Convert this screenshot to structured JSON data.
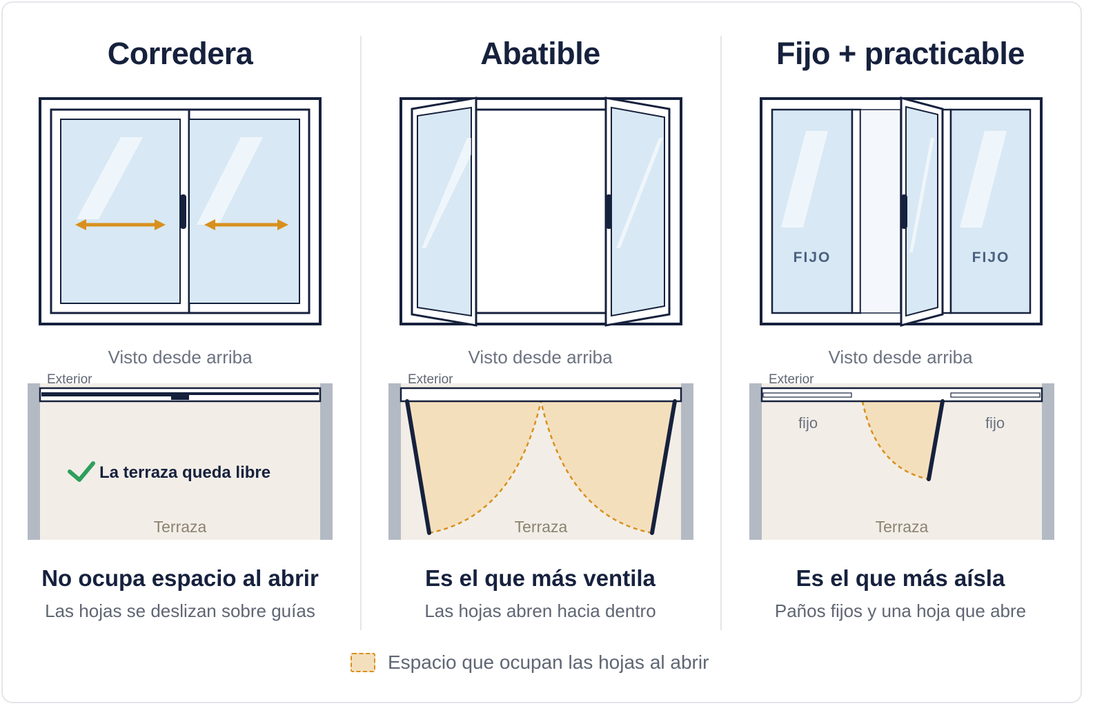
{
  "columns": [
    {
      "title": "Corredera",
      "caption": "Visto desde arriba",
      "exterior_label": "Exterior",
      "terrace_label": "Terraza",
      "note": "La terraza queda libre",
      "headline": "No ocupa espacio al abrir",
      "subtitle": "Las hojas se deslizan sobre guías"
    },
    {
      "title": "Abatible",
      "caption": "Visto desde arriba",
      "exterior_label": "Exterior",
      "terrace_label": "Terraza",
      "headline": "Es el que más ventila",
      "subtitle": "Las hojas abren hacia dentro"
    },
    {
      "title": "Fijo + practicable",
      "caption": "Visto desde arriba",
      "exterior_label": "Exterior",
      "terrace_label": "Terraza",
      "fixed_pane_label": "FIJO",
      "fixed_plan_label": "fijo",
      "headline": "Es el que más aísla",
      "subtitle": "Paños fijos y una hoja que abre"
    }
  ],
  "legend": {
    "label": "Espacio que ocupan las hojas al abrir"
  },
  "colors": {
    "frame": "#16213d",
    "glass": "#d8e8f4",
    "arrow": "#d8901d",
    "opening_area": "#f4dfbd",
    "terrace": "#f2eee7",
    "wall": "#b4bac4",
    "check": "#2e9e5b"
  },
  "icons": [
    "double-arrow-icon",
    "check-icon",
    "handle-icon"
  ]
}
